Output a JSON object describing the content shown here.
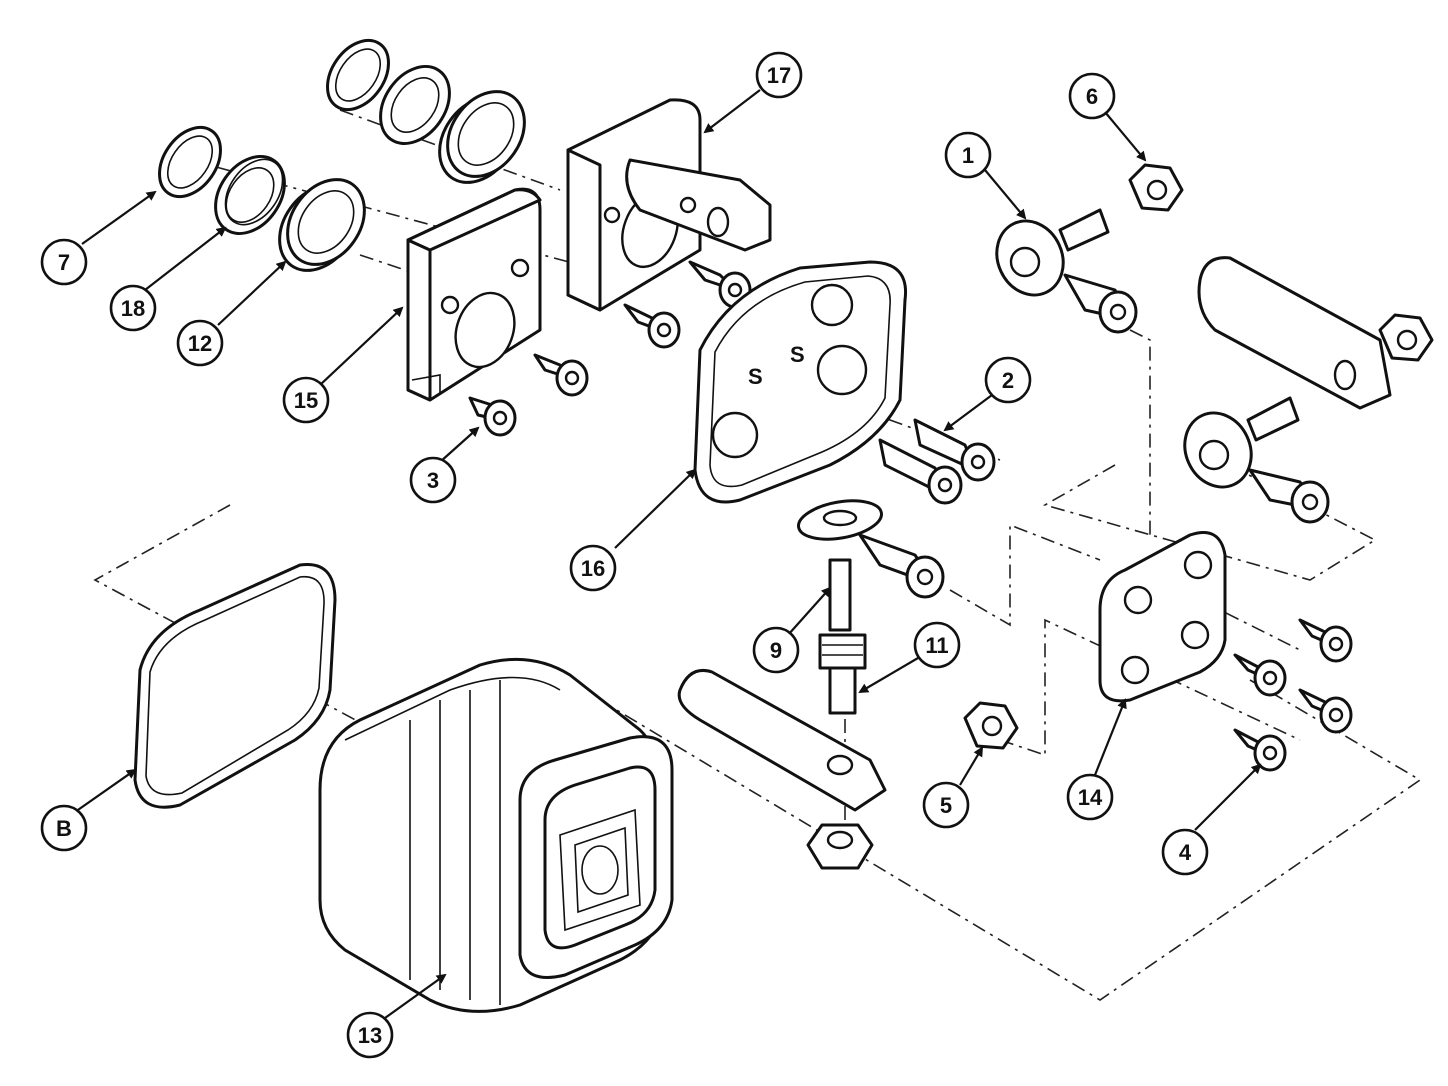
{
  "diagram": {
    "callouts": [
      {
        "id": "c1",
        "label": "1",
        "part": "rod-end-bearing"
      },
      {
        "id": "c2",
        "label": "2",
        "part": "socket-head-cap-screw-long"
      },
      {
        "id": "c3",
        "label": "3",
        "part": "socket-head-cap-screw"
      },
      {
        "id": "c4",
        "label": "4",
        "part": "socket-head-cap-screw"
      },
      {
        "id": "c5",
        "label": "5",
        "part": "hex-nut"
      },
      {
        "id": "c6",
        "label": "6",
        "part": "hex-nut"
      },
      {
        "id": "c7",
        "label": "7",
        "part": "flat-washer"
      },
      {
        "id": "c9",
        "label": "9",
        "part": "rod-end-stud"
      },
      {
        "id": "c11",
        "label": "11",
        "part": "threaded-stud"
      },
      {
        "id": "c12",
        "label": "12",
        "part": "seal-ring"
      },
      {
        "id": "c13",
        "label": "13",
        "part": "housing"
      },
      {
        "id": "c14",
        "label": "14",
        "part": "mounting-plate"
      },
      {
        "id": "c15",
        "label": "15",
        "part": "end-plate"
      },
      {
        "id": "c16",
        "label": "16",
        "part": "cover-plate"
      },
      {
        "id": "c17",
        "label": "17",
        "part": "clevis-bracket"
      },
      {
        "id": "c18",
        "label": "18",
        "part": "o-ring"
      },
      {
        "id": "cB",
        "label": "B",
        "part": "gasket"
      }
    ],
    "colors": {
      "ink": "#111111",
      "paper": "#ffffff"
    }
  }
}
